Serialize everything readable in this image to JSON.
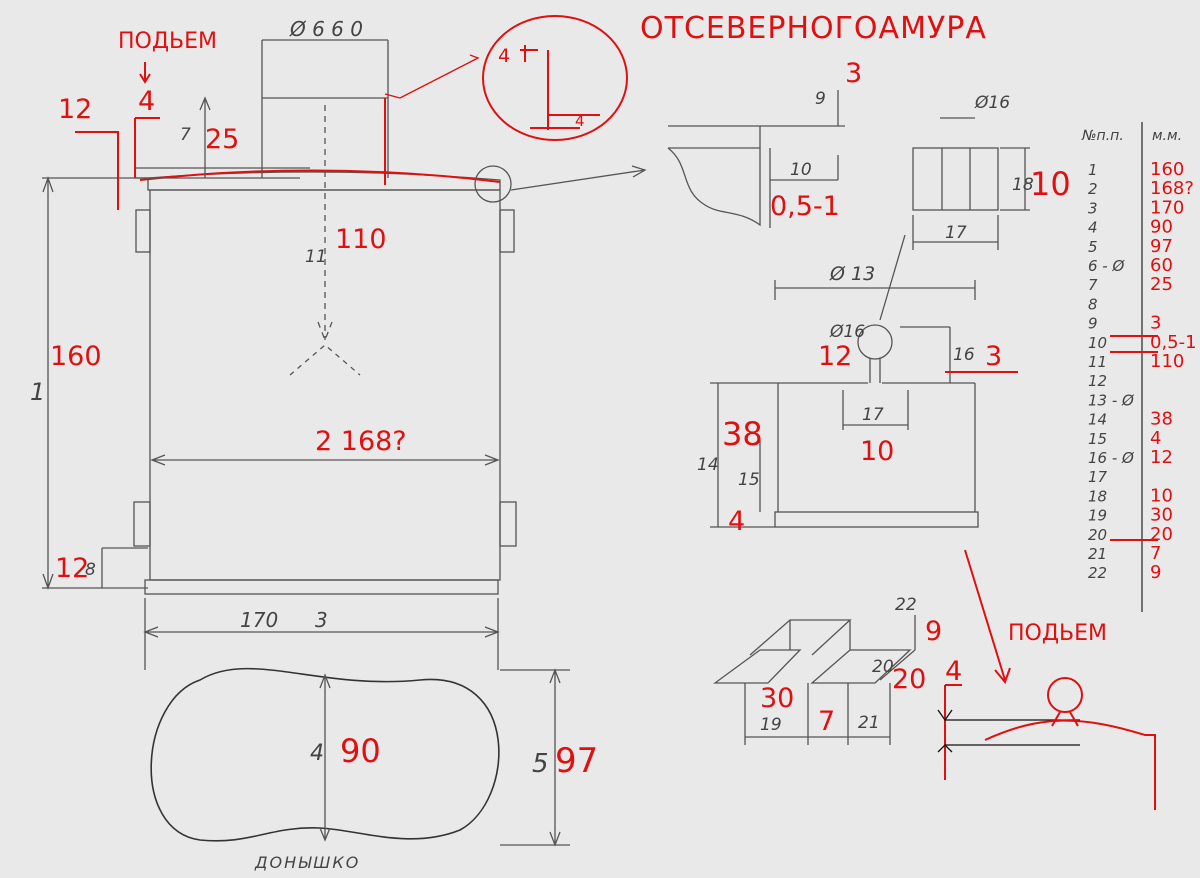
{
  "title": "ОТСЕВЕРНОГОАМУРА",
  "red_title_number": "3",
  "lift_label": "ПОДЬЕМ",
  "main_view": {
    "dia_top": "Ø 6 6 0",
    "h_head_pencil": "7",
    "h_head_red": "25",
    "lift_red": "4",
    "lip_red": "12",
    "height_pencil": "1",
    "height_red": "160",
    "width_text": "2 168?",
    "center_pencil": "11",
    "center_red": "110",
    "bottom_red": "12",
    "bottom_pencil": "8",
    "base_width_pencil": "170",
    "base_width_red": "3",
    "oval_pencil": "4",
    "oval_red": "90",
    "side_pencil": "5",
    "side_red": "97",
    "oval_caption": "ДОНЫШКО"
  },
  "detail_circle": {
    "left": "4",
    "bottom": "4"
  },
  "rim_detail": {
    "top_pencil": "9",
    "top_red": "3",
    "step_pencil": "10",
    "step_red": "0,5-1"
  },
  "grille_detail": {
    "dia": "Ø16",
    "height_pencil": "18",
    "height_red": "10",
    "width_pencil": "17"
  },
  "cap_detail": {
    "dia": "Ø 13",
    "knob_dia": "Ø16",
    "knob_red": "12",
    "stem_pencil": "16",
    "stem_red": "3",
    "height_pencil": "14",
    "height_red": "38",
    "inner_pencil": "15",
    "inner_red": "4",
    "stem_w_pencil": "17",
    "stem_w_red": "10"
  },
  "profile_detail": {
    "top_pencil": "22",
    "top_red": "9",
    "diag_pencil": "20",
    "diag_red": "20",
    "left_pencil": "19",
    "left_red": "30",
    "mid_pencil": "7",
    "right_pencil": "21"
  },
  "lift_small_red": "4",
  "table": {
    "header_no": "№п.п.",
    "header_mm": "м.м.",
    "rows": [
      {
        "no": "1",
        "value": "160"
      },
      {
        "no": "2",
        "value": "168?"
      },
      {
        "no": "3",
        "value": "170"
      },
      {
        "no": "4",
        "value": "90"
      },
      {
        "no": "5",
        "value": "97"
      },
      {
        "no": "6 - Ø",
        "value": "60"
      },
      {
        "no": "7",
        "value": "25"
      },
      {
        "no": "8",
        "value": ""
      },
      {
        "no": "9",
        "value": "3"
      },
      {
        "no": "10",
        "value": "0,5-1"
      },
      {
        "no": "11",
        "value": "110"
      },
      {
        "no": "12",
        "value": ""
      },
      {
        "no": "13 - Ø",
        "value": ""
      },
      {
        "no": "14",
        "value": "38"
      },
      {
        "no": "15",
        "value": "4"
      },
      {
        "no": "16 - Ø",
        "value": "12"
      },
      {
        "no": "17",
        "value": ""
      },
      {
        "no": "18",
        "value": "10"
      },
      {
        "no": "19",
        "value": "30"
      },
      {
        "no": "20",
        "value": "20"
      },
      {
        "no": "21",
        "value": "7"
      },
      {
        "no": "22",
        "value": "9"
      }
    ]
  }
}
